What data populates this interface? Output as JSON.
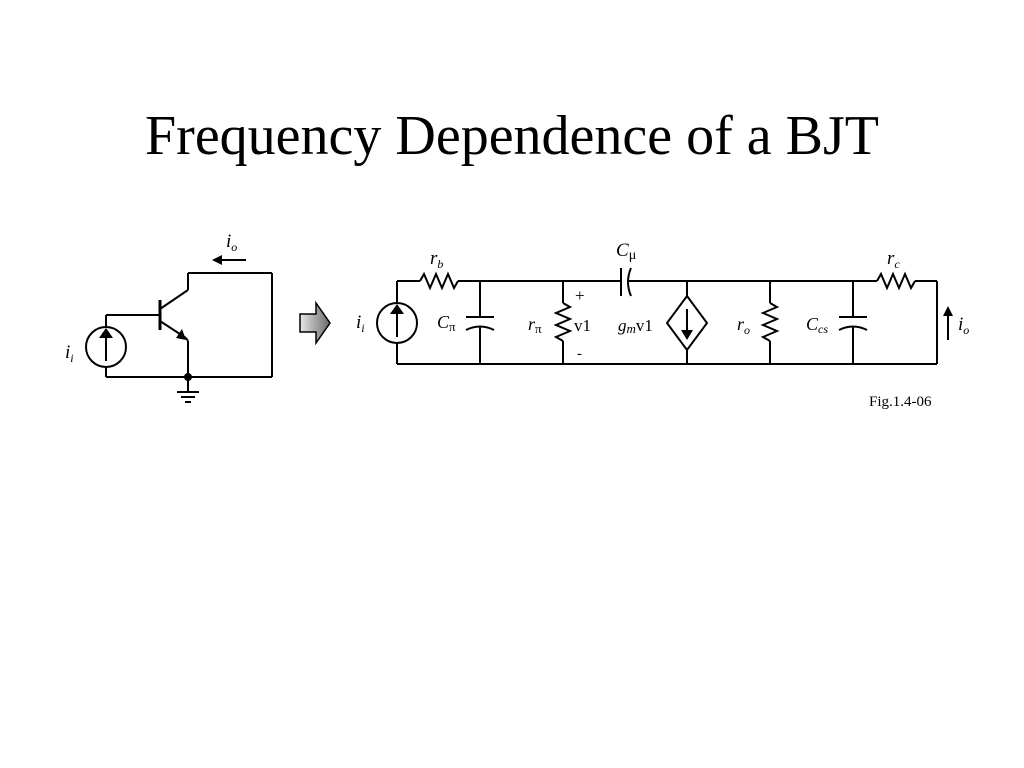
{
  "slide": {
    "title": "Frequency Dependence of a BJT"
  },
  "left_circuit": {
    "input_current": {
      "symbol": "i",
      "sub": "i"
    },
    "output_current": {
      "symbol": "i",
      "sub": "o"
    }
  },
  "equivalent_circuit": {
    "input_current": {
      "symbol": "i",
      "sub": "i"
    },
    "r_b": {
      "symbol": "r",
      "sub": "b"
    },
    "c_pi": {
      "symbol": "C",
      "sub": "π"
    },
    "r_pi": {
      "symbol": "r",
      "sub": "π"
    },
    "v1_plus": "+",
    "v1": "v1",
    "v1_minus": "-",
    "c_mu": {
      "symbol": "C",
      "sub": "μ"
    },
    "gm_v1": {
      "symbol": "g",
      "sub": "m",
      "tail": "v1"
    },
    "r_o": {
      "symbol": "r",
      "sub": "o"
    },
    "c_cs": {
      "symbol": "C",
      "sub": "cs"
    },
    "r_c": {
      "symbol": "r",
      "sub": "c"
    },
    "output_current": {
      "symbol": "i",
      "sub": "o"
    }
  },
  "figure_caption": "Fig.1.4-06"
}
